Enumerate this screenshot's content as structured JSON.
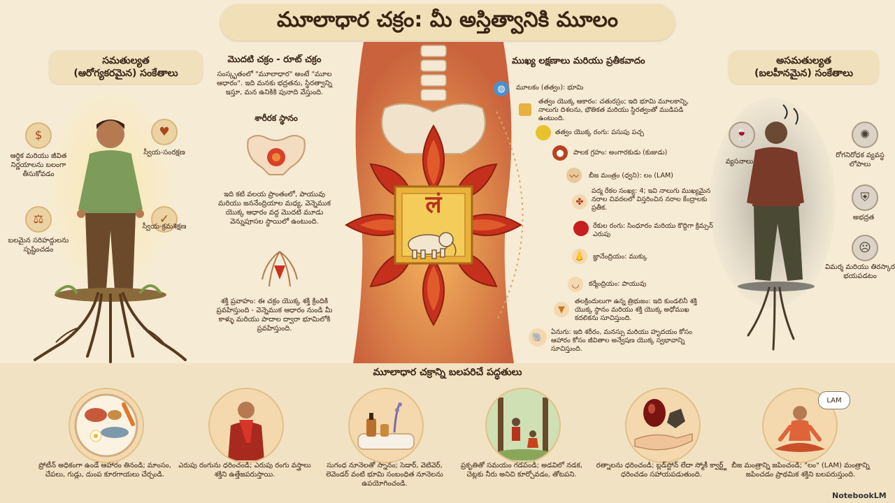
{
  "title": "మూలాధార చక్రం: మీ అస్తిత్వానికి మూలం",
  "left_panel": {
    "heading_line1": "సమతుల్యత",
    "heading_line2": "(ఆరోగ్యకరమైన) సంకేతాలు",
    "items": [
      {
        "icon": "coins-icon",
        "label": "ఆర్థిక మరియు జీవిత నిర్ణయాలను బలంగా తీసుకోవడం"
      },
      {
        "icon": "heart-hands-icon",
        "label": "స్వీయ-సంరక్షణ"
      },
      {
        "icon": "scales-icon",
        "label": "బలమైన సరిహద్దులను సృష్టించడం"
      },
      {
        "icon": "shield-check-icon",
        "label": "స్వీయ-క్రమశిక్షణ"
      }
    ]
  },
  "first_chakra": {
    "heading": "మొదటి చక్రం - రూట్ చక్రం",
    "text": "సంస్కృతంలో \"మూలాధార\" అంటే \"మూల ఆధారం\". ఇది మనకు భద్రతను, స్థిరత్వాన్ని ఇస్తూ, మన ఉనికికి పునాది వేస్తుంది."
  },
  "physical_location": {
    "heading": "శారీరక స్థానం",
    "text": "ఇది కటి వలయ ప్రాంతంలో, పాయువు మరియు జననేంద్రియాల మధ్య, వెన్నెముక యొక్క ఆధారం వద్ద మొదటి మూడు వెన్నుపూసల స్థాయిలో ఉంటుంది."
  },
  "energy_flow": {
    "text": "శక్తి ప్రవాహం: ఈ చక్రం యొక్క శక్తి క్రిందికి ప్రవహిస్తుంది - వెన్నెముక ఆధారం నుండి మీ కాళ్ళు మరియు పాదాల ద్వారా భూమిలోకి ప్రవహిస్తుంది."
  },
  "chakra_center": {
    "bija": "लं"
  },
  "symbolism": {
    "heading": "ముఖ్య లక్షణాలు మరియు ప్రతీకవాదం",
    "items": [
      {
        "icon": "globe-icon",
        "text": "మూలకం (తత్వం): భూమి"
      },
      {
        "icon": "square-icon",
        "text": "తత్వం యొక్క ఆకారం: చతురస్రం; ఇది భూమి మూలకాన్ని, నాలుగు దిశలను, భౌతికత మరియు స్థిరత్వంతో ముడిపడి ఉంటుంది."
      },
      {
        "icon": "yellow-dot-icon",
        "text": "తత్వం యొక్క రంగు: పసుపు పచ్చ"
      },
      {
        "icon": "planet-icon",
        "text": "పాలక గ్రహం: అంగారకుడు (కుజుడు)"
      },
      {
        "icon": "sound-wave-icon",
        "text": "బీజ మంత్రం (ధ్వని): లం (LAM)"
      },
      {
        "icon": "four-petal-icon",
        "text": "పద్మ రేకల సంఖ్య: 4; ఇవి నాలుగు ముఖ్యమైన నరాల చివరలలో విస్తరించిన నరాల కేంద్రాలకు ప్రతీక."
      },
      {
        "icon": "red-dot-icon",
        "text": "రేకుల రంగు: సింధూరం మరియు కొద్దిగా క్రిమ్సన్ ఎరుపు"
      },
      {
        "icon": "nose-icon",
        "text": "జ్ఞానేంద్రియం: ముక్కు"
      },
      {
        "icon": "pelvis-icon",
        "text": "కర్మేంద్రియం: పాయువు"
      },
      {
        "icon": "triangle-icon",
        "text": "తలక్రిందులుగా ఉన్న త్రిభుజం: ఇది కుండలినీ శక్తి యొక్క స్థానం మరియు శక్తి యొక్క అధోముఖ కదలికను సూచిస్తుంది."
      },
      {
        "icon": "elephant-icon",
        "text": "ఏనుగు: ఇది శరీరం, మనస్సు మరియు హృదయం కోసం ఆహారం కోసం జీవితాల అన్వేషణ యొక్క స్వభావాన్ని సూచిస్తుంది."
      }
    ]
  },
  "right_panel": {
    "heading_line1": "అసమతుల్యత",
    "heading_line2": "(బలహీనమైన) సంకేతాలు",
    "items": [
      {
        "icon": "bottle-icon",
        "label": "వ్యసనాలు"
      },
      {
        "icon": "virus-icon",
        "label": "రోగనిరోధక వ్యవస్థ లోపాలు"
      },
      {
        "icon": "shield-broken-icon",
        "label": "అభద్రత"
      },
      {
        "icon": "anxious-face-icon",
        "label": "విమర్శ మరియు తిరస్కార భయపడటం"
      }
    ]
  },
  "methods": {
    "heading": "మూలాధార చక్రాన్ని బలపరిచే పద్ధతులు",
    "items": [
      {
        "icon": "food-plate-icon",
        "text": "ప్రోటీన్ అధికంగా ఉండే ఆహారం తినండి; మాంసం, చేపలు, గుడ్లు, దుంప కూరగాయలు చేర్చండి."
      },
      {
        "icon": "red-clothing-icon",
        "text": "ఎరుపు రంగును ధరించండి; ఎరుపు రంగు వస్త్రాలు శక్తిని ఉత్తేజపరుస్తాయి."
      },
      {
        "icon": "oil-bath-icon",
        "text": "సుగంధ నూనెలతో స్నానం; సెడార్, వెటివెర్, లెవెండర్ వంటి భూమి సంబంధిత నూనెలను ఉపయోగించండి."
      },
      {
        "icon": "nature-walk-icon",
        "text": "ప్రకృతితో సమయం గడపండి; అడవిలో నడక, చెట్లకు నీరు అనిచి కూర్చోవడం, తోటపని."
      },
      {
        "icon": "gemstone-icon",
        "text": "రత్నాలను ధరించండి; బ్లడ్‌స్టోన్ లేదా స్మోకీ క్వార్ట్జ్ ధరించడం సహాయపడుతుంది."
      },
      {
        "icon": "meditation-icon",
        "text": "బీజ మంత్రాన్ని జపించండి; \"లం\" (LAM) మంత్రాన్ని జపించడం ప్రాథమిక శక్తిని బలపరుస్తుంది."
      }
    ],
    "lam_bubble": "LAM"
  },
  "watermark": "NotebookLM",
  "colors": {
    "background": "#f6ecd6",
    "chakra_red": "#b8321c",
    "chakra_gold": "#e8b23a",
    "accent_orange": "#d97a2b"
  }
}
